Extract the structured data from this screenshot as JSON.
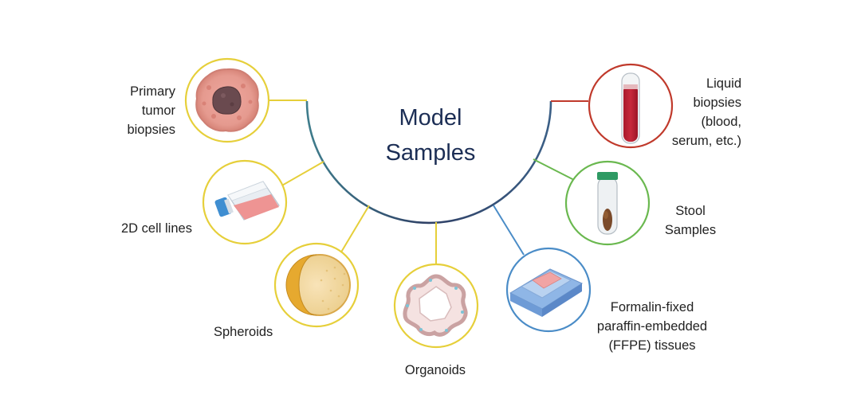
{
  "title": {
    "line1": "Model",
    "line2": "Samples"
  },
  "colors": {
    "arc_start": "#3f7d8c",
    "arc_end": "#3b4a7a",
    "yellow": "#e6cf3a",
    "red": "#c0392b",
    "green": "#6ab84f",
    "blue": "#4a8cc7"
  },
  "samples": [
    {
      "id": "primary-tumor",
      "icon": "tumor-biopsy-icon",
      "color": "yellow",
      "label_lines": [
        "Primary",
        "tumor",
        "biopsies"
      ]
    },
    {
      "id": "cell-lines",
      "icon": "cell-culture-flask-icon",
      "color": "yellow",
      "label_lines": [
        "2D cell lines"
      ]
    },
    {
      "id": "spheroids",
      "icon": "spheroid-icon",
      "color": "yellow",
      "label_lines": [
        "Spheroids"
      ]
    },
    {
      "id": "organoids",
      "icon": "organoid-icon",
      "color": "yellow",
      "label_lines": [
        "Organoids"
      ]
    },
    {
      "id": "ffpe",
      "icon": "ffpe-block-icon",
      "color": "blue",
      "label_lines": [
        "Formalin-fixed",
        "paraffin-embedded",
        "(FFPE) tissues"
      ]
    },
    {
      "id": "stool",
      "icon": "stool-tube-icon",
      "color": "green",
      "label_lines": [
        "Stool",
        "Samples"
      ]
    },
    {
      "id": "liquid",
      "icon": "blood-tube-icon",
      "color": "red",
      "label_lines": [
        "Liquid",
        "biopsies",
        "(blood,",
        "serum,  etc.)"
      ]
    }
  ]
}
